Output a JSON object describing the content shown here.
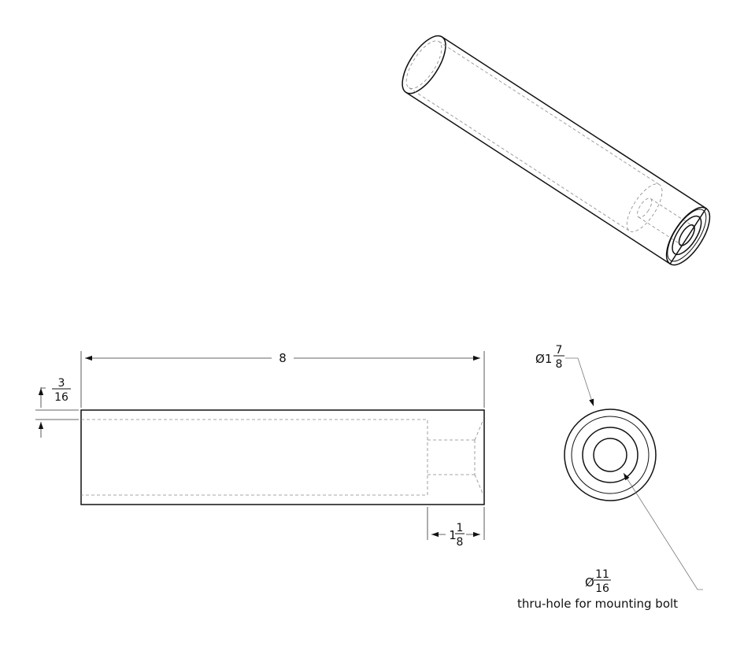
{
  "dimensions": {
    "length": "8",
    "wall": {
      "numerator": "3",
      "denominator": "16"
    },
    "counterbore_depth": {
      "whole": "1",
      "numerator": "1",
      "denominator": "8"
    },
    "outer_diameter": {
      "symbol": "Ø",
      "whole": "1",
      "numerator": "7",
      "denominator": "8"
    },
    "hole_diameter": {
      "symbol": "Ø",
      "numerator": "11",
      "denominator": "16"
    }
  },
  "notes": {
    "hole": "thru-hole for mounting bolt"
  }
}
